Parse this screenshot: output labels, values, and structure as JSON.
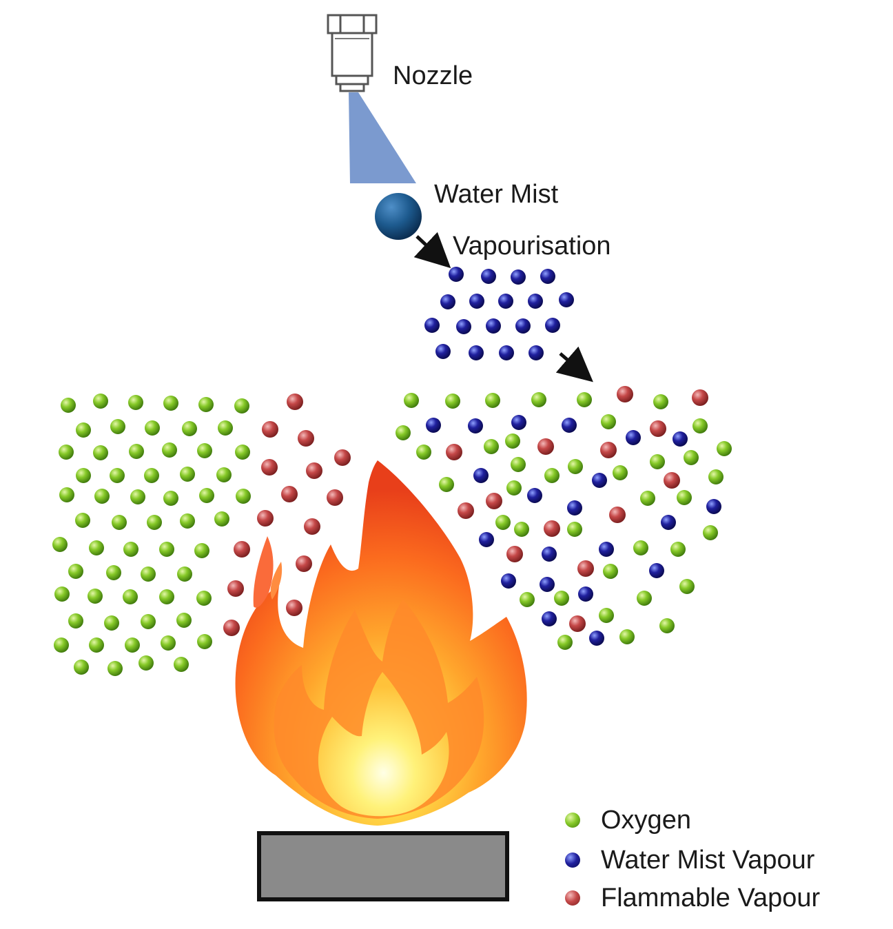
{
  "labels": {
    "nozzle": "Nozzle",
    "water_mist": "Water Mist",
    "vapourisation": "Vapourisation"
  },
  "legend": [
    {
      "label": "Oxygen",
      "color": "#7cc424",
      "icon": "green-sphere"
    },
    {
      "label": "Water Mist Vapour",
      "color": "#1f1f9e",
      "icon": "blue-sphere"
    },
    {
      "label": "Flammable Vapour",
      "color": "#c84c4c",
      "icon": "red-sphere"
    }
  ],
  "colors": {
    "oxygen": "#7cc424",
    "water_mist_vapour": "#1f1f9e",
    "flammable_vapour": "#c84c4c",
    "droplet": "#1d5a8e",
    "spray": "#7b9acf",
    "fuel_tray": "#8a8a8a"
  }
}
